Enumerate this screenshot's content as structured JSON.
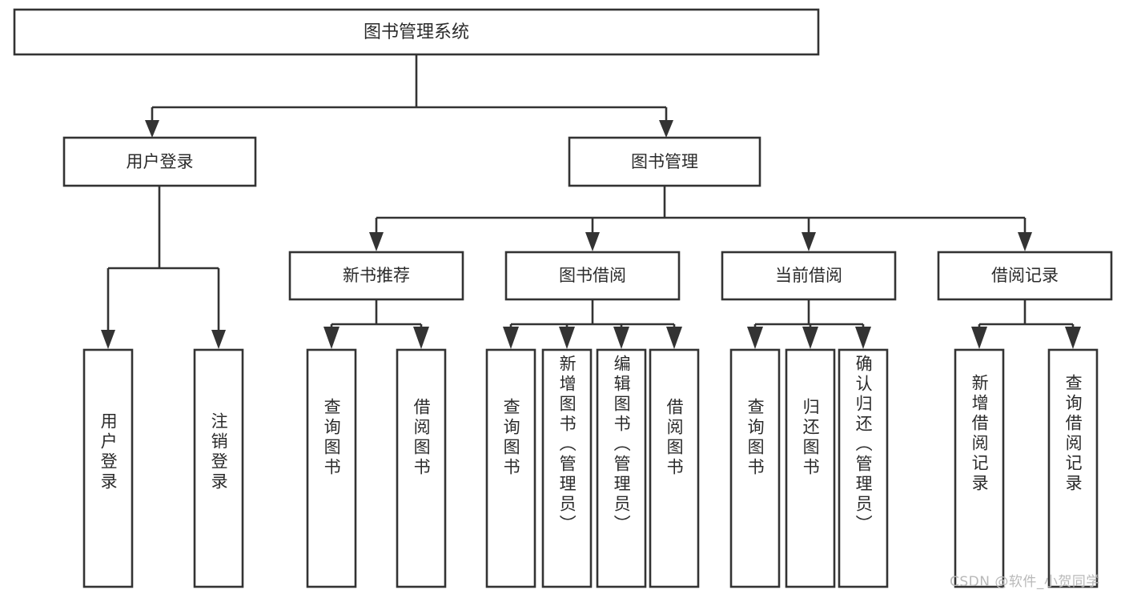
{
  "diagram": {
    "type": "tree-hierarchy",
    "title": "图书管理系统",
    "watermark": "CSDN @软件_小贺同学",
    "colors": {
      "background": "#ffffff",
      "box_fill": "#ffffff",
      "box_stroke": "#333333",
      "text": "#2b2b2b",
      "watermark": "#b9b9b9"
    },
    "levels": {
      "root": {
        "label": "图书管理系统"
      },
      "level2": [
        {
          "label": "用户登录"
        },
        {
          "label": "图书管理"
        }
      ],
      "level3": [
        {
          "label": "新书推荐"
        },
        {
          "label": "图书借阅"
        },
        {
          "label": "当前借阅"
        },
        {
          "label": "借阅记录"
        }
      ],
      "leaves": {
        "user_login": [
          {
            "label": "用户登录"
          },
          {
            "label": "注销登录"
          }
        ],
        "new_book_recommend": [
          {
            "label": "查询图书"
          },
          {
            "label": "借阅图书"
          }
        ],
        "book_borrow": [
          {
            "label": "查询图书"
          },
          {
            "label": "新增图书（管理员）"
          },
          {
            "label": "编辑图书（管理员）"
          },
          {
            "label": "借阅图书"
          }
        ],
        "current_borrow": [
          {
            "label": "查询图书"
          },
          {
            "label": "归还图书"
          },
          {
            "label": "确认归还（管理员）"
          }
        ],
        "borrow_record": [
          {
            "label": "新增借阅记录"
          },
          {
            "label": "查询借阅记录"
          }
        ]
      }
    }
  }
}
